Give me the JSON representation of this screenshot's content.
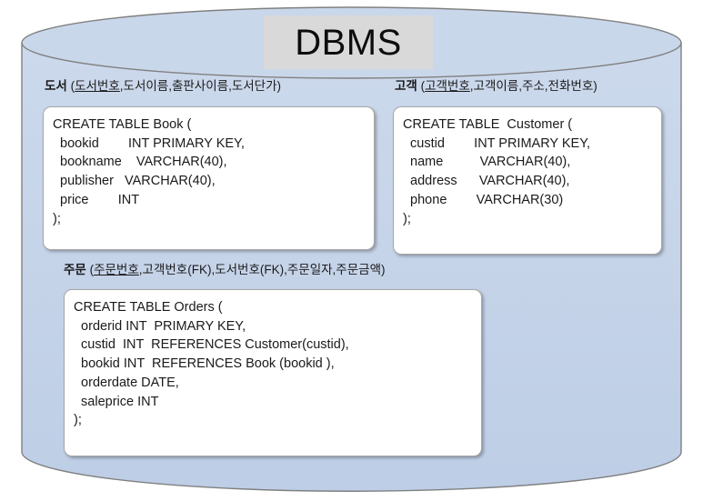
{
  "diagram": {
    "title": "DBMS",
    "shape": "database-cylinder",
    "colors": {
      "cylinder_fill": "#c5d5ea",
      "cylinder_stroke": "#7f7f7f",
      "title_plate_bg": "#d9d9d9",
      "box_fill": "#ffffff",
      "box_stroke": "#a6a6a6",
      "text": "#1a1a1a"
    }
  },
  "relations": [
    {
      "id": "book",
      "caption": {
        "name": "도서",
        "open_paren": " (",
        "primary_key": "도서번호",
        "attributes": ",도서이름,출판사이름,도서단가)"
      },
      "sql": "CREATE TABLE Book (\n  bookid        INT PRIMARY KEY,\n  bookname    VARCHAR(40),\n  publisher   VARCHAR(40),\n  price        INT\n);"
    },
    {
      "id": "customer",
      "caption": {
        "name": "고객",
        "open_paren": " (",
        "primary_key": "고객번호",
        "attributes": ",고객이름,주소,전화번호)"
      },
      "sql": "CREATE TABLE  Customer (\n  custid        INT PRIMARY KEY,\n  name          VARCHAR(40),\n  address      VARCHAR(40),\n  phone        VARCHAR(30)\n);"
    },
    {
      "id": "orders",
      "caption": {
        "name": "주문",
        "open_paren": " (",
        "primary_key": "주문번호",
        "attributes": ",고객번호(FK),도서번호(FK),주문일자,주문금액)"
      },
      "sql": "CREATE TABLE Orders (\n  orderid INT  PRIMARY KEY,\n  custid  INT  REFERENCES Customer(custid),\n  bookid INT  REFERENCES Book (bookid ),\n  orderdate DATE,\n  saleprice INT\n);"
    }
  ]
}
